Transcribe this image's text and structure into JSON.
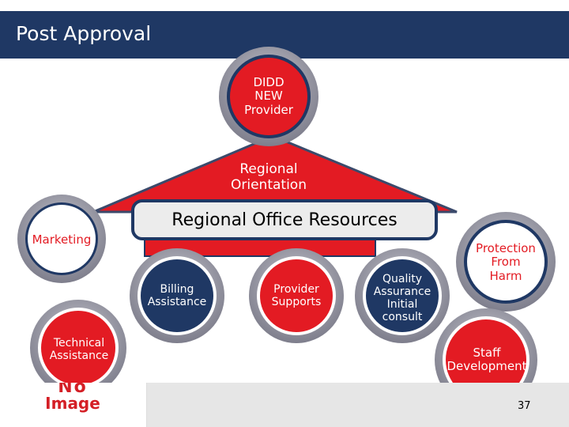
{
  "title": "Post Approval",
  "colors": {
    "title_bar": "#1f3864",
    "navy_circle": "#1f3864",
    "red": "#e31b23",
    "ring_gray": "#8c8c99",
    "banner_fill": "#ececec"
  },
  "nodes": {
    "top": "DIDD\nNEW\nProvider",
    "orientation": "Regional\nOrientation",
    "banner": "Regional Office Resources",
    "marketing": "Marketing",
    "billing": "Billing\nAssistance",
    "provider_supports": "Provider\nSupports",
    "quality": "Quality\nAssurance\nInitial\nconsult",
    "protection": "Protection\nFrom\nHarm",
    "technical": "Technical\nAssistance",
    "staff": "Staff\nDevelopment"
  },
  "logo": {
    "top": "No",
    "bottom": "Image"
  },
  "page_number": "37"
}
